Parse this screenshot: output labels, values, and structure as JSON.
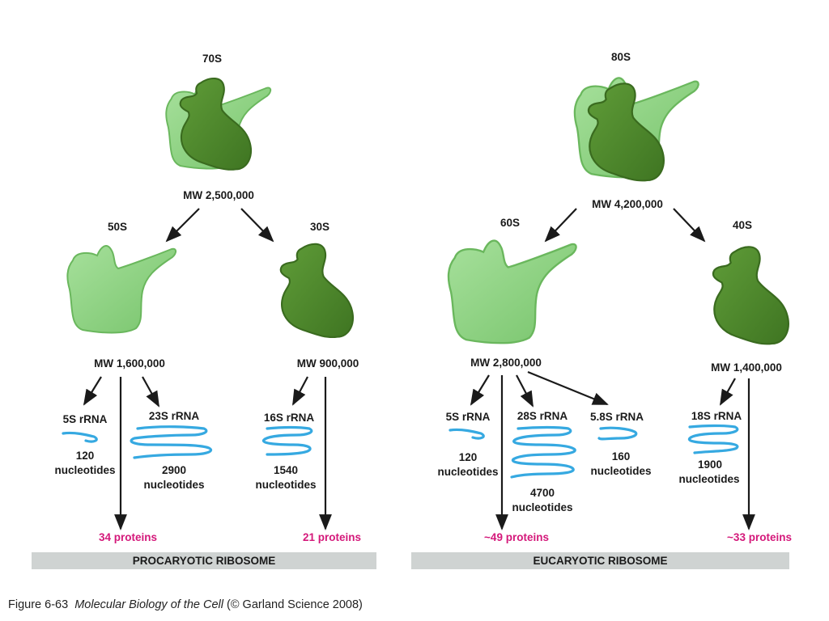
{
  "procaryotic": {
    "whole": {
      "label": "70S",
      "mw": "MW 2,500,000"
    },
    "large": {
      "label": "50S",
      "mw": "MW 1,600,000",
      "proteins": "34 proteins"
    },
    "small": {
      "label": "30S",
      "mw": "MW 900,000",
      "proteins": "21 proteins"
    },
    "rna": [
      {
        "name": "5S rRNA",
        "count": "120",
        "unit": "nucleotides"
      },
      {
        "name": "23S rRNA",
        "count": "2900",
        "unit": "nucleotides"
      },
      {
        "name": "16S rRNA",
        "count": "1540",
        "unit": "nucleotides"
      }
    ],
    "banner": "PROCARYOTIC RIBOSOME"
  },
  "eucaryotic": {
    "whole": {
      "label": "80S",
      "mw": "MW 4,200,000"
    },
    "large": {
      "label": "60S",
      "mw": "MW 2,800,000",
      "proteins": "~49 proteins"
    },
    "small": {
      "label": "40S",
      "mw": "MW 1,400,000",
      "proteins": "~33 proteins"
    },
    "rna": [
      {
        "name": "5S rRNA",
        "count": "120",
        "unit": "nucleotides"
      },
      {
        "name": "28S rRNA",
        "count": "4700",
        "unit": "nucleotides"
      },
      {
        "name": "5.8S rRNA",
        "count": "160",
        "unit": "nucleotides"
      },
      {
        "name": "18S rRNA",
        "count": "1900",
        "unit": "nucleotides"
      }
    ],
    "banner": "EUCARYOTIC RIBOSOME"
  },
  "caption": {
    "figure": "Figure 6-63",
    "book": "Molecular Biology of the Cell",
    "source": "(© Garland Science 2008)"
  },
  "colors": {
    "large_subunit": "#8fd383",
    "small_subunit": "#4e8a2c",
    "rrna": "#36a9e1",
    "arrow": "#1a1a1a",
    "protein_text": "#d4187a",
    "banner": "#cfd3d2"
  }
}
